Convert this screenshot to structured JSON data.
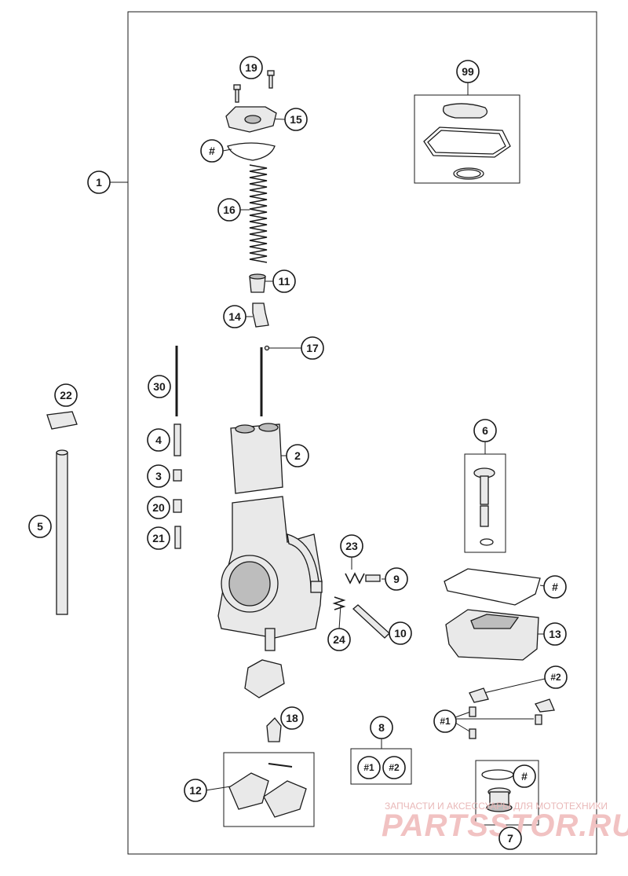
{
  "callouts": {
    "c1": "1",
    "c2": "2",
    "c3": "3",
    "c4": "4",
    "c5": "5",
    "c6": "6",
    "c7": "7",
    "c8": "8",
    "c9": "9",
    "c10": "10",
    "c11": "11",
    "c12": "12",
    "c13": "13",
    "c14": "14",
    "c15": "15",
    "c16": "16",
    "c17": "17",
    "c18": "18",
    "c19": "19",
    "c20": "20",
    "c21": "21",
    "c22": "22",
    "c23": "23",
    "c24": "24",
    "c30": "30",
    "c99": "99",
    "hash_gasket": "#",
    "hash_bowl": "#",
    "hash_seal": "#",
    "hash1_kit": "#1",
    "hash2_kit": "#2",
    "hash1_screws": "#1",
    "hash2_plates": "#2"
  },
  "watermark": {
    "tagline": "ЗАПЧАСТИ И АКСЕССУАРЫ ДЛЯ МОТОТЕХНИКИ",
    "brand": "PARTSSTOR.RU"
  },
  "colors": {
    "line": "#1a1a1a",
    "part_fill": "#e9e9e9",
    "watermark": "#e8a0a0"
  }
}
